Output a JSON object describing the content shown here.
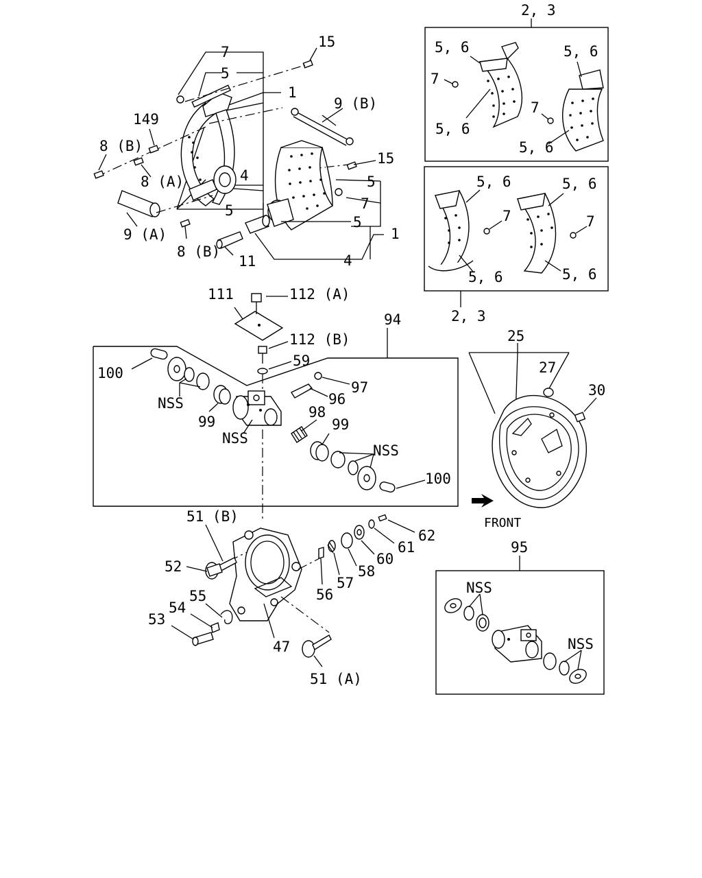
{
  "labels": {
    "l15a": "15",
    "l7a": "7",
    "l5a": "5",
    "l1a": "1",
    "l149": "149",
    "l9b": "9 (B)",
    "l8b1": "8 (B)",
    "l8a": "8 (A)",
    "l15b": "15",
    "l4a": "4",
    "l5b": "5",
    "l5c": "5",
    "l7b": "7",
    "l5d": "5",
    "l1b": "1",
    "l9a": "9 (A)",
    "l8b2": "8 (B)",
    "l11": "11",
    "l4b": "4",
    "l23t": "2, 3",
    "l56a": "5, 6",
    "l56b": "5, 6",
    "l7c": "7",
    "l7d": "7",
    "l56c": "5, 6",
    "l56d": "5, 6",
    "l56e": "5, 6",
    "l56f": "5, 6",
    "l7e": "7",
    "l7f": "7",
    "l56g": "5, 6",
    "l56h": "5, 6",
    "l23b": "2, 3",
    "l111": "111",
    "l112a": "112 (A)",
    "l112b": "112 (B)",
    "l94": "94",
    "l59": "59",
    "l100a": "100",
    "l97": "97",
    "lnss1": "NSS",
    "l96": "96",
    "l98": "98",
    "l99a": "99",
    "lnss2": "NSS",
    "l99b": "99",
    "lnss3": "NSS",
    "l100b": "100",
    "l25": "25",
    "l27": "27",
    "l30": "30",
    "lfront": "FRONT",
    "l51b": "51 (B)",
    "l52": "52",
    "l62": "62",
    "l61": "61",
    "l60": "60",
    "l58": "58",
    "l57": "57",
    "l56": "56",
    "l55": "55",
    "l54": "54",
    "l53": "53",
    "l47": "47",
    "l51a": "51 (A)",
    "l95": "95",
    "lnss4": "NSS",
    "lnss5": "NSS"
  }
}
